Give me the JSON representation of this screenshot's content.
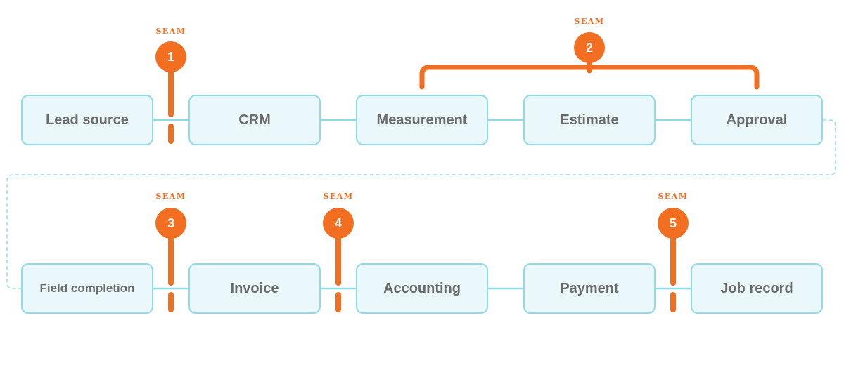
{
  "colors": {
    "node_fill": "#eaf8fb",
    "node_border": "#8fdbe8",
    "node_text": "#6b6b6b",
    "connector": "#8fdbe8",
    "seam": "#f26f21"
  },
  "nodes": [
    {
      "id": "lead-source",
      "label": "Lead source"
    },
    {
      "id": "crm",
      "label": "CRM"
    },
    {
      "id": "measurement",
      "label": "Measurement"
    },
    {
      "id": "estimate",
      "label": "Estimate"
    },
    {
      "id": "approval",
      "label": "Approval"
    },
    {
      "id": "field-completion",
      "label": "Field completion"
    },
    {
      "id": "invoice",
      "label": "Invoice"
    },
    {
      "id": "accounting",
      "label": "Accounting"
    },
    {
      "id": "payment",
      "label": "Payment"
    },
    {
      "id": "job-record",
      "label": "Job record"
    }
  ],
  "seams": [
    {
      "number": "1",
      "tag": "SEAM",
      "between": [
        "lead-source",
        "crm"
      ]
    },
    {
      "number": "2",
      "tag": "SEAM",
      "spans": [
        "measurement",
        "estimate",
        "approval"
      ]
    },
    {
      "number": "3",
      "tag": "SEAM",
      "between": [
        "field-completion",
        "invoice"
      ]
    },
    {
      "number": "4",
      "tag": "SEAM",
      "between": [
        "invoice",
        "accounting"
      ]
    },
    {
      "number": "5",
      "tag": "SEAM",
      "between": [
        "payment",
        "job-record"
      ]
    }
  ]
}
